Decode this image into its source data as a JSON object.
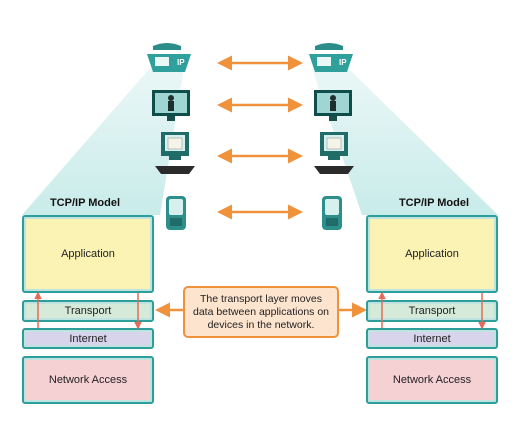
{
  "left_stack": {
    "title": "TCP/IP Model",
    "layers": [
      "Application",
      "Transport",
      "Internet",
      "Network Access"
    ]
  },
  "right_stack": {
    "title": "TCP/IP Model",
    "layers": [
      "Application",
      "Transport",
      "Internet",
      "Network Access"
    ]
  },
  "callout": {
    "text": "The transport layer moves data between applications on devices in the network."
  },
  "devices": {
    "ip_phone_label": "IP",
    "icons": [
      "ip-phone-icon",
      "video-display-icon",
      "desktop-computer-icon",
      "pda-icon"
    ]
  },
  "colors": {
    "accent_teal": "#2e9e9a",
    "arrow_orange": "#f0913c",
    "application": "#fbf3b4",
    "transport": "#d5ead8",
    "internet": "#d8d4ec",
    "network_access": "#f6d1d4"
  }
}
